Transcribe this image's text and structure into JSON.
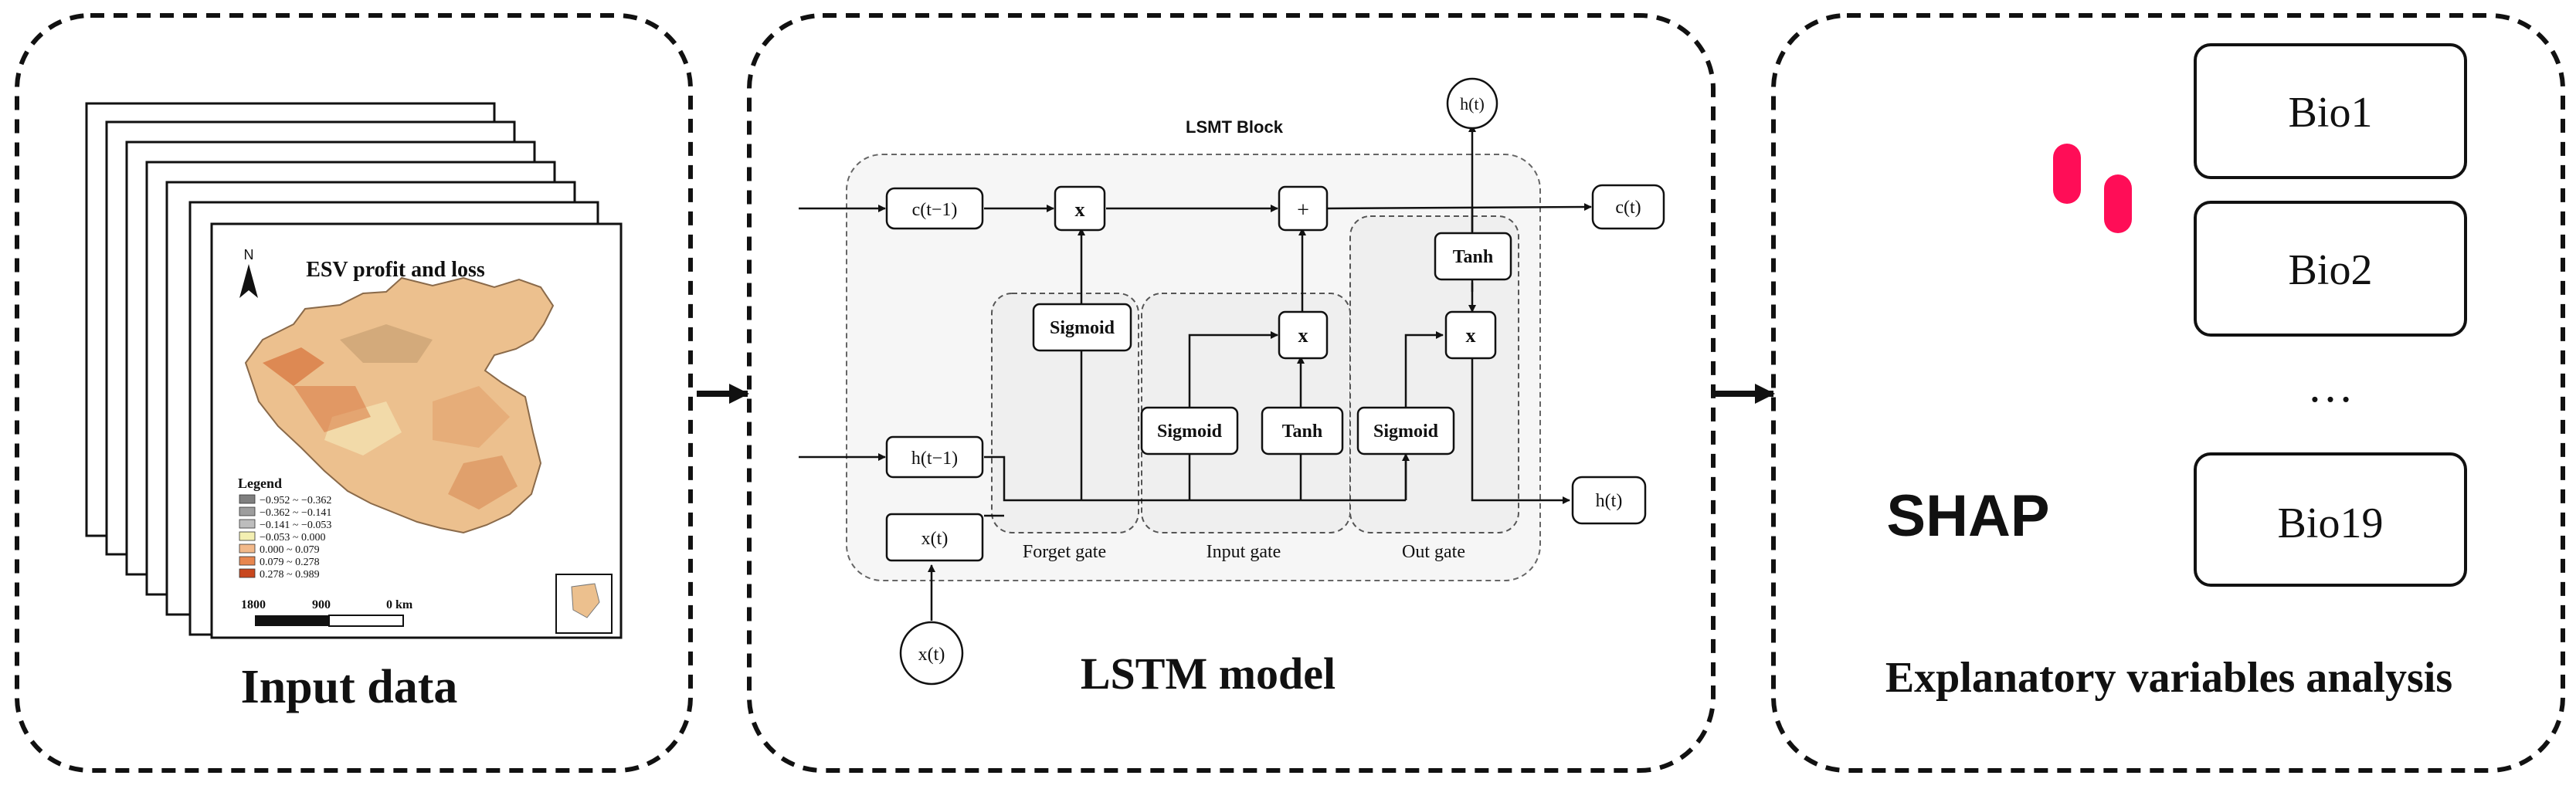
{
  "panels": {
    "input": {
      "title": "Input data",
      "map": {
        "title": "ESV profit and loss",
        "north": "N",
        "legend_title": "Legend",
        "legend": [
          {
            "label": "−0.952 ~ −0.362",
            "color": "#7f7f7f"
          },
          {
            "label": "−0.362 ~ −0.141",
            "color": "#9d9d9d"
          },
          {
            "label": "−0.141 ~ −0.053",
            "color": "#bdbdbd"
          },
          {
            "label": "−0.053 ~ 0.000",
            "color": "#f3efb2"
          },
          {
            "label": "0.000 ~ 0.079",
            "color": "#f2b98a"
          },
          {
            "label": "0.079 ~ 0.278",
            "color": "#e7864f"
          },
          {
            "label": "0.278 ~ 0.989",
            "color": "#c8471e"
          }
        ],
        "scale": {
          "left": "1800",
          "mid": "900",
          "right": "0 km"
        }
      }
    },
    "lstm": {
      "title": "LSTM model",
      "block_label": "LSMT Block",
      "nodes": {
        "c_prev": "c(t−1)",
        "h_prev": "h(t−1)",
        "x_in": "x(t)",
        "x_circle": "x(t)",
        "c_out": "c(t)",
        "h_out": "h(t)",
        "h_top": "h(t)",
        "mult1": "x",
        "add": "+",
        "mult2": "x",
        "mult3": "x",
        "sigmoid_forget": "Sigmoid",
        "sigmoid_input": "Sigmoid",
        "tanh_input": "Tanh",
        "sigmoid_out": "Sigmoid",
        "tanh_out": "Tanh"
      },
      "gates": {
        "forget": "Forget gate",
        "input": "Input gate",
        "out": "Out gate"
      }
    },
    "shap": {
      "title": "Explanatory variables analysis",
      "logo_text": "SHAP",
      "variables": [
        "Bio1",
        "Bio2",
        "…",
        "Bio19"
      ]
    }
  },
  "colors": {
    "shap_pink": "#ff0d57",
    "shap_magenta": "#d81b8f",
    "shap_purple": "#8e44e0",
    "shap_blue": "#1e88e5"
  }
}
